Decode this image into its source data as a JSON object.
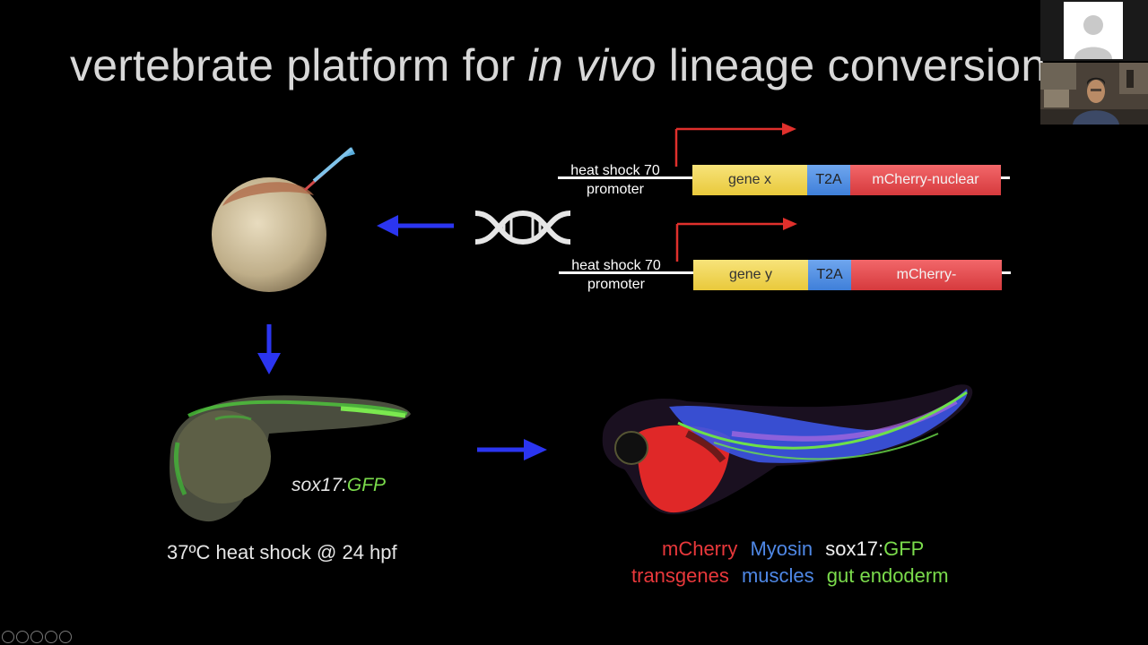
{
  "slide": {
    "title_before": "vertebrate platform for ",
    "title_italic": "in vivo",
    "title_after": " lineage conversion",
    "construct1": {
      "promoter_line1": "heat shock 70",
      "promoter_line2": "promoter",
      "gene": "gene x",
      "tag": "T2A",
      "reporter": "mCherry-nuclear"
    },
    "construct2": {
      "promoter_line1": "heat shock 70",
      "promoter_line2": "promoter",
      "gene": "gene y",
      "tag": "T2A",
      "reporter": "mCherry-"
    },
    "embryo_label_prefix": "sox17:",
    "embryo_label_suffix": "GFP",
    "heat_shock_caption": "37ºC heat shock @ 24 hpf",
    "legend": {
      "row1": [
        "mCherry",
        "Myosin",
        "sox17:",
        "GFP"
      ],
      "row2": [
        "transgenes",
        "muscles",
        "gut endoderm"
      ]
    },
    "colors": {
      "arrow_blue": "#2b35f0",
      "promoter_arrow_red": "#e0302c",
      "mcherry_red": "#e8383b",
      "myosin_blue": "#4f88e6",
      "gfp_green": "#7bdc4c"
    }
  },
  "video_panel": {
    "participant_avatar_icon": "person-avatar-icon",
    "participant_video": "speaker-video-feed"
  },
  "slide_nav": {
    "icons": [
      "prev-icon",
      "pen-icon",
      "menu-icon",
      "zoom-icon",
      "next-icon"
    ]
  }
}
